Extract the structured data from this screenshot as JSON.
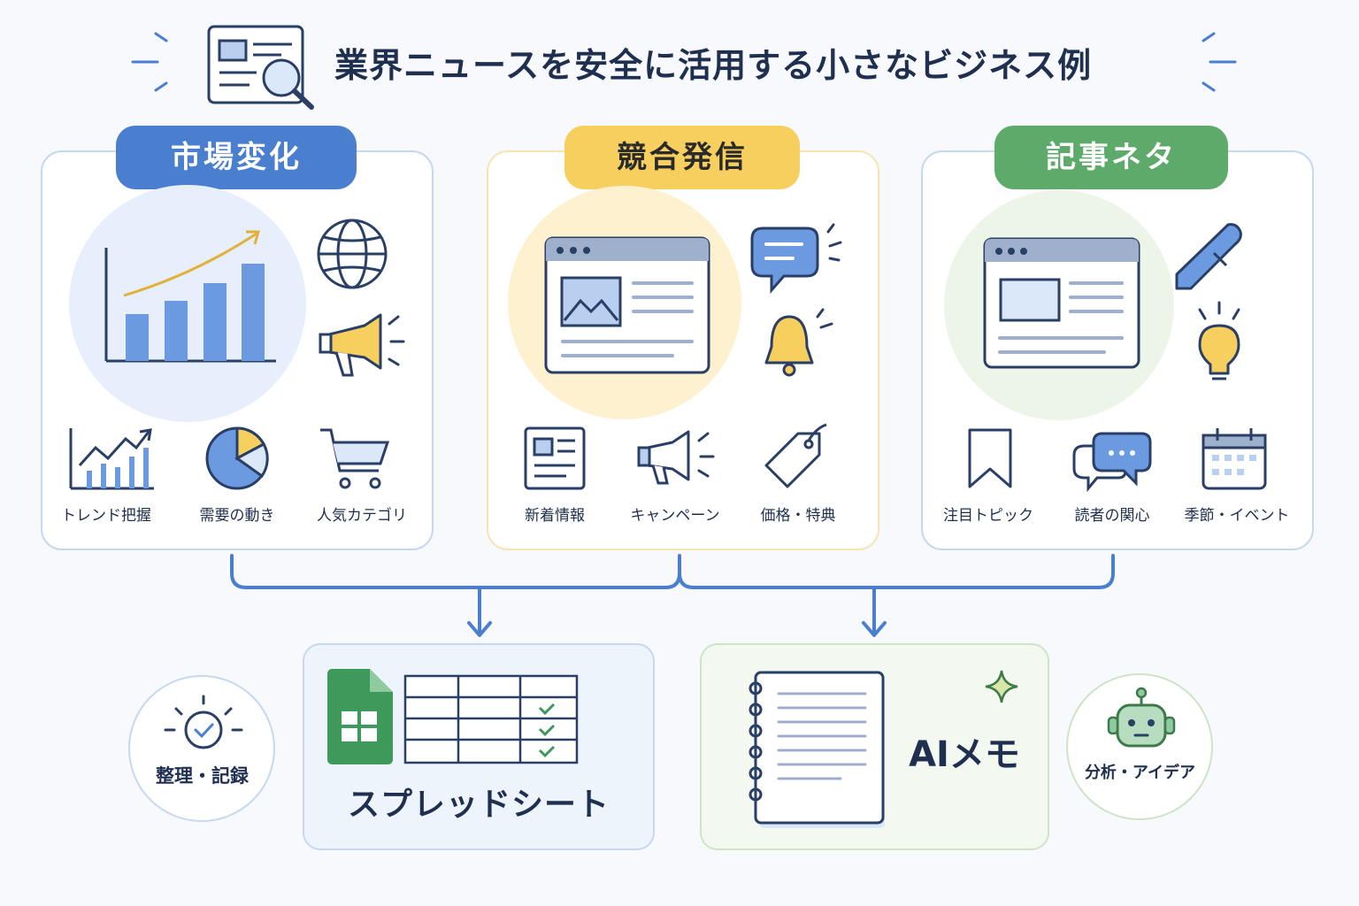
{
  "title": "業界ニュースを安全に活用する小さなビジネス例",
  "colors": {
    "blue": "#4a7fd0",
    "yellow": "#f6cf5e",
    "green": "#5daa6b",
    "navy": "#2a3f66"
  },
  "cards": [
    {
      "heading": "市場変化",
      "items": [
        "トレンド把握",
        "需要の動き",
        "人気カテゴリ"
      ]
    },
    {
      "heading": "競合発信",
      "items": [
        "新着情報",
        "キャンペーン",
        "価格・特典"
      ]
    },
    {
      "heading": "記事ネタ",
      "items": [
        "注目トピック",
        "読者の関心",
        "季節・イベント"
      ]
    }
  ],
  "outputs": {
    "spreadsheet": "スプレッドシート",
    "ai_memo": "AIメモ",
    "organize": "整理・記録",
    "analyze": "分析・アイデア"
  }
}
